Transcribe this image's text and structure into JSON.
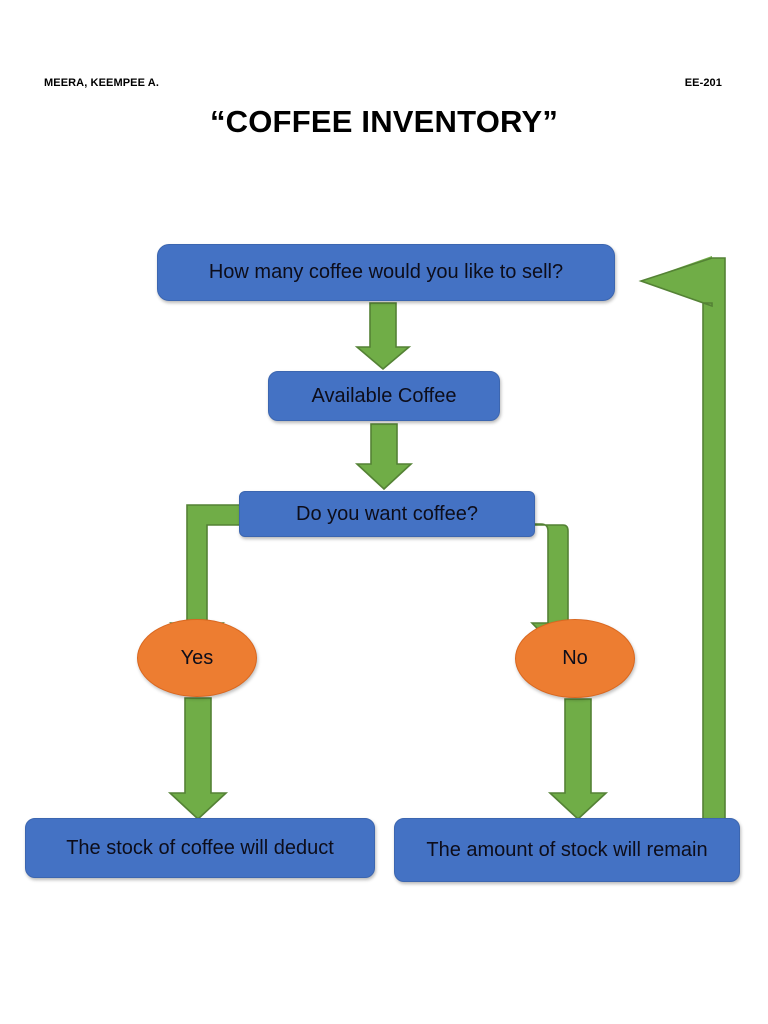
{
  "document": {
    "header": {
      "student_name": "MEERA, KEEMPEE A.",
      "course_code": "EE-201"
    },
    "title": "“COFFEE INVENTORY”"
  },
  "colors": {
    "process_fill": "#4472C4",
    "process_border": "#3C66B0",
    "decision_fill": "#ED7D31",
    "decision_border": "#D9671F",
    "arrow_fill": "#70AD47",
    "arrow_border": "#548235",
    "text": "#0D0D1A",
    "background": "#FFFFFF"
  },
  "flowchart": {
    "type": "flowchart",
    "orientation": "top-to-bottom",
    "nodes": [
      {
        "id": "question",
        "shape": "rounded-rectangle",
        "label": "How many coffee would you like to sell?",
        "fill": "#4472C4"
      },
      {
        "id": "available",
        "shape": "rounded-rectangle",
        "label": "Available Coffee",
        "fill": "#4472C4"
      },
      {
        "id": "decision",
        "shape": "rounded-rectangle",
        "label": "Do you want coffee?",
        "fill": "#4472C4"
      },
      {
        "id": "yes",
        "shape": "ellipse",
        "label": "Yes",
        "fill": "#ED7D31"
      },
      {
        "id": "no",
        "shape": "ellipse",
        "label": "No",
        "fill": "#ED7D31"
      },
      {
        "id": "deduct",
        "shape": "rounded-rectangle",
        "label": "The stock of coffee will deduct",
        "fill": "#4472C4"
      },
      {
        "id": "remain",
        "shape": "rounded-rectangle",
        "label": "The amount of stock will remain",
        "fill": "#4472C4"
      }
    ],
    "edges": [
      {
        "from": "question",
        "to": "available",
        "style": "block-arrow-down",
        "label": ""
      },
      {
        "from": "available",
        "to": "decision",
        "style": "block-arrow-down",
        "label": ""
      },
      {
        "from": "decision",
        "to": "yes",
        "style": "block-arrow-elbow-left",
        "label": ""
      },
      {
        "from": "decision",
        "to": "no",
        "style": "block-arrow-elbow-right",
        "label": ""
      },
      {
        "from": "yes",
        "to": "deduct",
        "style": "block-arrow-down",
        "label": ""
      },
      {
        "from": "no",
        "to": "remain",
        "style": "block-arrow-down",
        "label": ""
      },
      {
        "from": "remain",
        "to": "question",
        "style": "block-arrow-loop-up-left",
        "label": ""
      }
    ]
  }
}
